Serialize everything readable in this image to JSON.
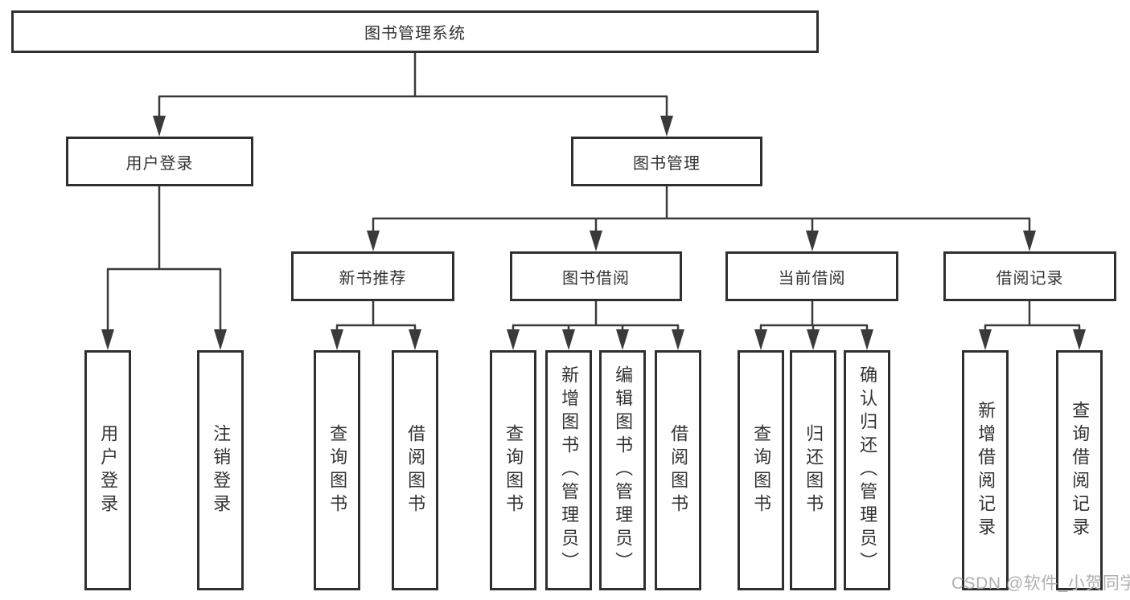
{
  "tree": {
    "label": "图书管理系统",
    "children": [
      {
        "label": "用户登录",
        "children": [
          {
            "label": "用户登录"
          },
          {
            "label": "注销登录"
          }
        ]
      },
      {
        "label": "图书管理",
        "children": [
          {
            "label": "新书推荐",
            "children": [
              {
                "label": "查询图书"
              },
              {
                "label": "借阅图书"
              }
            ]
          },
          {
            "label": "图书借阅",
            "children": [
              {
                "label": "查询图书"
              },
              {
                "label": "新增图书（管理员）"
              },
              {
                "label": "编辑图书（管理员）"
              },
              {
                "label": "借阅图书"
              }
            ]
          },
          {
            "label": "当前借阅",
            "children": [
              {
                "label": "查询图书"
              },
              {
                "label": "归还图书"
              },
              {
                "label": "确认归还（管理员）"
              }
            ]
          },
          {
            "label": "借阅记录",
            "children": [
              {
                "label": "新增借阅记录"
              },
              {
                "label": "查询借阅记录"
              }
            ]
          }
        ]
      }
    ]
  },
  "watermark": "CSDN @软件_小贺同学",
  "colors": {
    "background": "#ffffff",
    "line": "#3a3a3a",
    "border": "#2f2f2f",
    "text": "#333333",
    "watermark": "#b0b0b0"
  }
}
